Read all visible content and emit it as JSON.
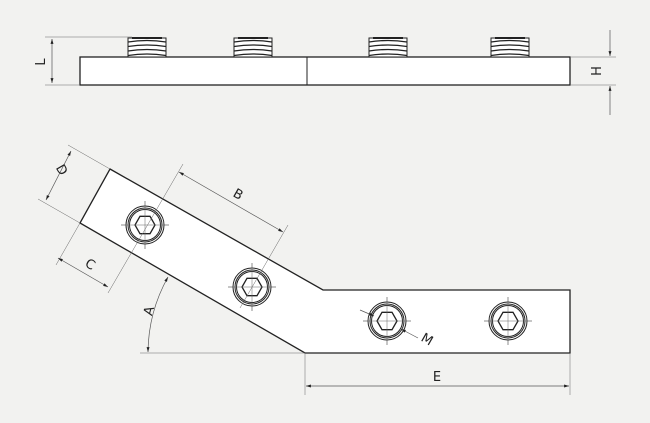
{
  "labels": {
    "L": "L",
    "H": "H",
    "D": "D",
    "B": "B",
    "C": "C",
    "A": "A",
    "E": "E",
    "M": "M"
  },
  "colors": {
    "background": "#f2f2f0",
    "line": "#222222",
    "part": "#ffffff"
  }
}
